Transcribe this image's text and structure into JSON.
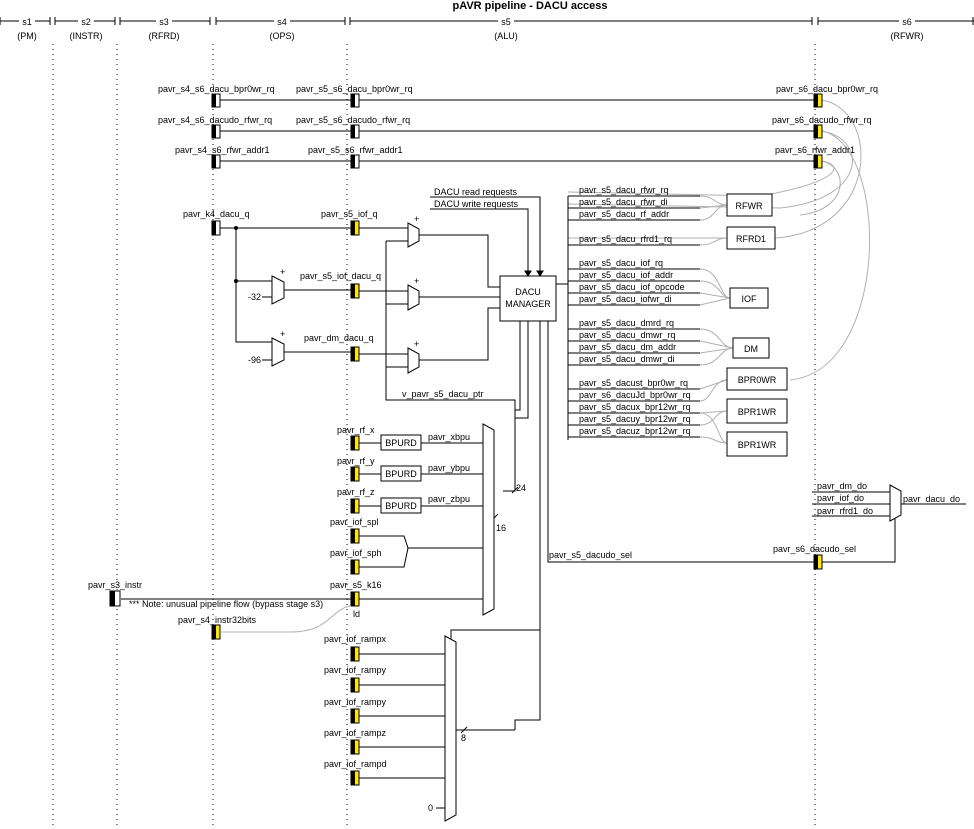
{
  "title": "pAVR pipeline - DACU access",
  "stages": [
    {
      "id": "s1",
      "name": "(PM)"
    },
    {
      "id": "s2",
      "name": "(INSTR)"
    },
    {
      "id": "s3",
      "name": "(RFRD)"
    },
    {
      "id": "s4",
      "name": "(OPS)"
    },
    {
      "id": "s5",
      "name": "(ALU)"
    },
    {
      "id": "s6",
      "name": "(RFWR)"
    }
  ],
  "registers": {
    "s4_dacu_bpr0wr_rq": "pavr_s4_s6_dacu_bpr0wr_rq",
    "s5_dacu_bpr0wr_rq": "pavr_s5_s6_dacu_bpr0wr_rq",
    "s6_dacu_bpr0wr_rq": "pavr_s6_dacu_bpr0wr_rq",
    "s4_dacudo_rfwr_rq": "pavr_s4_s6_dacudo_rfwr_rq",
    "s5_dacudo_rfwr_rq": "pavr_s5_s6_dacudo_rfwr_rq",
    "s6_dacudo_rfwr_rq": "pavr_s6_dacudo_rfwr_rq",
    "s4_rfwr_addr1": "pavr_s4_s6_rfwr_addr1",
    "s5_rfwr_addr1": "pavr_s5_s6_rfwr_addr1",
    "s6_rfwr_addr1": "pavr_s6_rfwr_addr1",
    "k4_dacu_q": "pavr_k4_dacu_q",
    "s5_iof_q": "pavr_s5_iof_q",
    "s5_iof_dacu_q": "pavr_s5_iof_dacu_q",
    "dm_dacu_q": "pavr_dm_dacu_q",
    "rf_x": "pavr_rf_x",
    "rf_y": "pavr_rf_y",
    "rf_z": "pavr_rf_z",
    "iof_spl": "pavr_iof_spl",
    "iof_sph": "pavr_iof_sph",
    "s3_instr": "pavr_s3_instr",
    "s5_k16": "pavr_s5_k16",
    "s4_instr32bits": "pavr_s4_instr32bits",
    "iof_rampx": "pavr_iof_rampx",
    "iof_rampy1": "pavr_iof_rampy",
    "iof_rampy2": "pavr_iof_rampy",
    "iof_rampz": "pavr_iof_rampz",
    "iof_rampd": "pavr_iof_rampd",
    "s6_dacudo_sel": "pavr_s6_dacudo_sel"
  },
  "signals": {
    "dacu_read_requests": "DACU read requests",
    "dacu_write_requests": "DACU write requests",
    "v_s5_dacu_ptr": "v_pavr_s5_dacu_ptr",
    "xbpu": "pavr_xbpu",
    "ybpu": "pavr_ybpu",
    "zbpu": "pavr_zbpu",
    "s5_dacudo_sel": "pavr_s5_dacudo_sel",
    "dm_do": "pavr_dm_do",
    "iof_do": "pavr_iof_do",
    "rfrd1_do": "pavr_rfrd1_do",
    "dacu_do": "pavr_dacu_do",
    "const_m32": "-32",
    "const_m96": "-96",
    "const_0": "0",
    "width_24": "24",
    "width_16": "16",
    "width_8": "8",
    "ld_label": "ld",
    "note": "*** Note: unusual pipeline flow (bypass stage s3)"
  },
  "manager": {
    "line1": "DACU",
    "line2": "MANAGER"
  },
  "bpurd_label": "BPURD",
  "outputs": {
    "rfwr": [
      "pavr_s5_dacu_rfwr_rq",
      "pavr_s5_dacu_rfwr_di",
      "pavr_s5_dacu_rf_addr"
    ],
    "rfrd1": [
      "pavr_s5_dacu_rfrd1_rq"
    ],
    "iof": [
      "pavr_s5_dacu_iof_rq",
      "pavr_s5_dacu_iof_addr",
      "pavr_s5_dacu_iof_opcode",
      "pavr_s5_dacu_iofwr_di"
    ],
    "dm": [
      "pavr_s5_dacu_dmrd_rq",
      "pavr_s5_dacu_dmwr_rq",
      "pavr_s5_dacu_dm_addr",
      "pavr_s5_dacu_dmwr_di"
    ],
    "bpr": [
      "pavr_s5_dacust_bpr0wr_rq",
      "pavr_s6_dacuJd_bpr0wr_rq",
      "pavr_s5_dacux_bpr12wr_rq",
      "pavr_s5_dacuy_bpr12wr_rq",
      "pavr_s5_dacuz_bpr12wr_rq"
    ]
  },
  "blocks": {
    "rfwr": "RFWR",
    "rfrd1": "RFRD1",
    "iof": "IOF",
    "dm": "DM",
    "bpr0wr": "BPR0WR",
    "bpr1wr_a": "BPR1WR",
    "bpr1wr_b": "BPR1WR"
  }
}
